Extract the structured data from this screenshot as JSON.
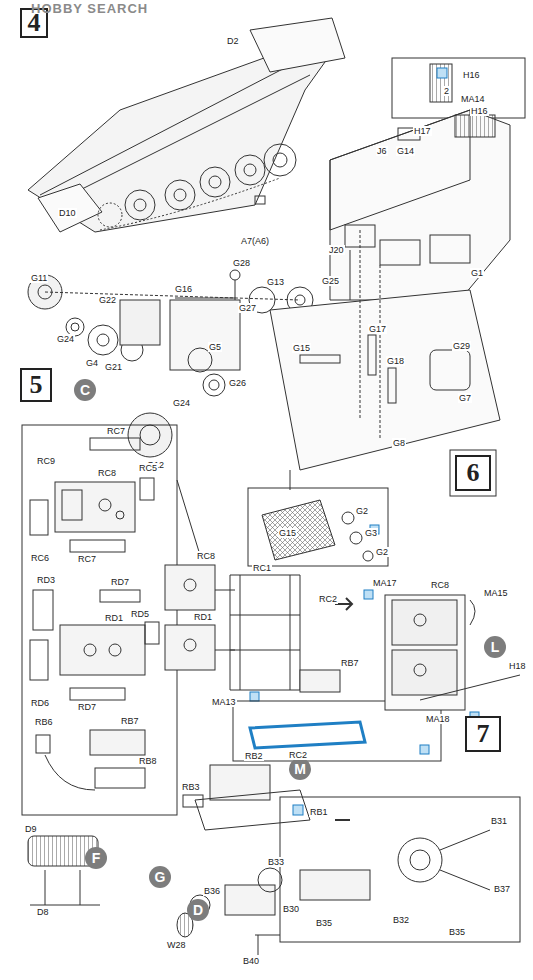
{
  "diagram": {
    "nodes": [
      {
        "text": [
          "4"
        ]
      },
      {
        "text": [
          "5"
        ]
      },
      {
        "text": [
          "6"
        ]
      },
      {
        "text": [
          "7"
        ]
      },
      {
        "text": [
          "C"
        ]
      },
      {
        "text": [
          "L"
        ]
      },
      {
        "text": [
          "M"
        ]
      },
      {
        "text": [
          "F"
        ]
      },
      {
        "text": [
          "G"
        ]
      },
      {
        "text": [
          "D"
        ]
      }
    ],
    "labels": [
      "HOBBY SEARCH",
      "D2",
      "D10",
      "A7(A6)",
      "2",
      "H16",
      "MA14",
      "H16",
      "H17",
      "G14",
      "J6",
      "J20",
      "G1",
      "G11",
      "G28",
      "G22",
      "G16",
      "G27",
      "G13",
      "G25",
      "G24",
      "G4",
      "G21",
      "G5",
      "G26",
      "G24",
      "G12",
      "G15",
      "G17",
      "G18",
      "G29",
      "G7",
      "G8",
      "G2",
      "G3",
      "G15",
      "G2",
      "RC7",
      "RC9",
      "RC8",
      "RC5",
      "RC6",
      "RC7",
      "RD3",
      "RD7",
      "RD5",
      "RD1",
      "RD6",
      "RD7",
      "RB6",
      "RB7",
      "RB8",
      "RC8",
      "RC1",
      "RC2",
      "RD1",
      "RB7",
      "MA13",
      "RC2",
      "MA17",
      "RC8",
      "MA15",
      "H18",
      "MA18",
      "RB2",
      "RB3",
      "RB1",
      "D9",
      "D8",
      "B36",
      "W28",
      "B33",
      "B30",
      "B31",
      "B37",
      "B32",
      "B35",
      "B35",
      "B40"
    ]
  }
}
